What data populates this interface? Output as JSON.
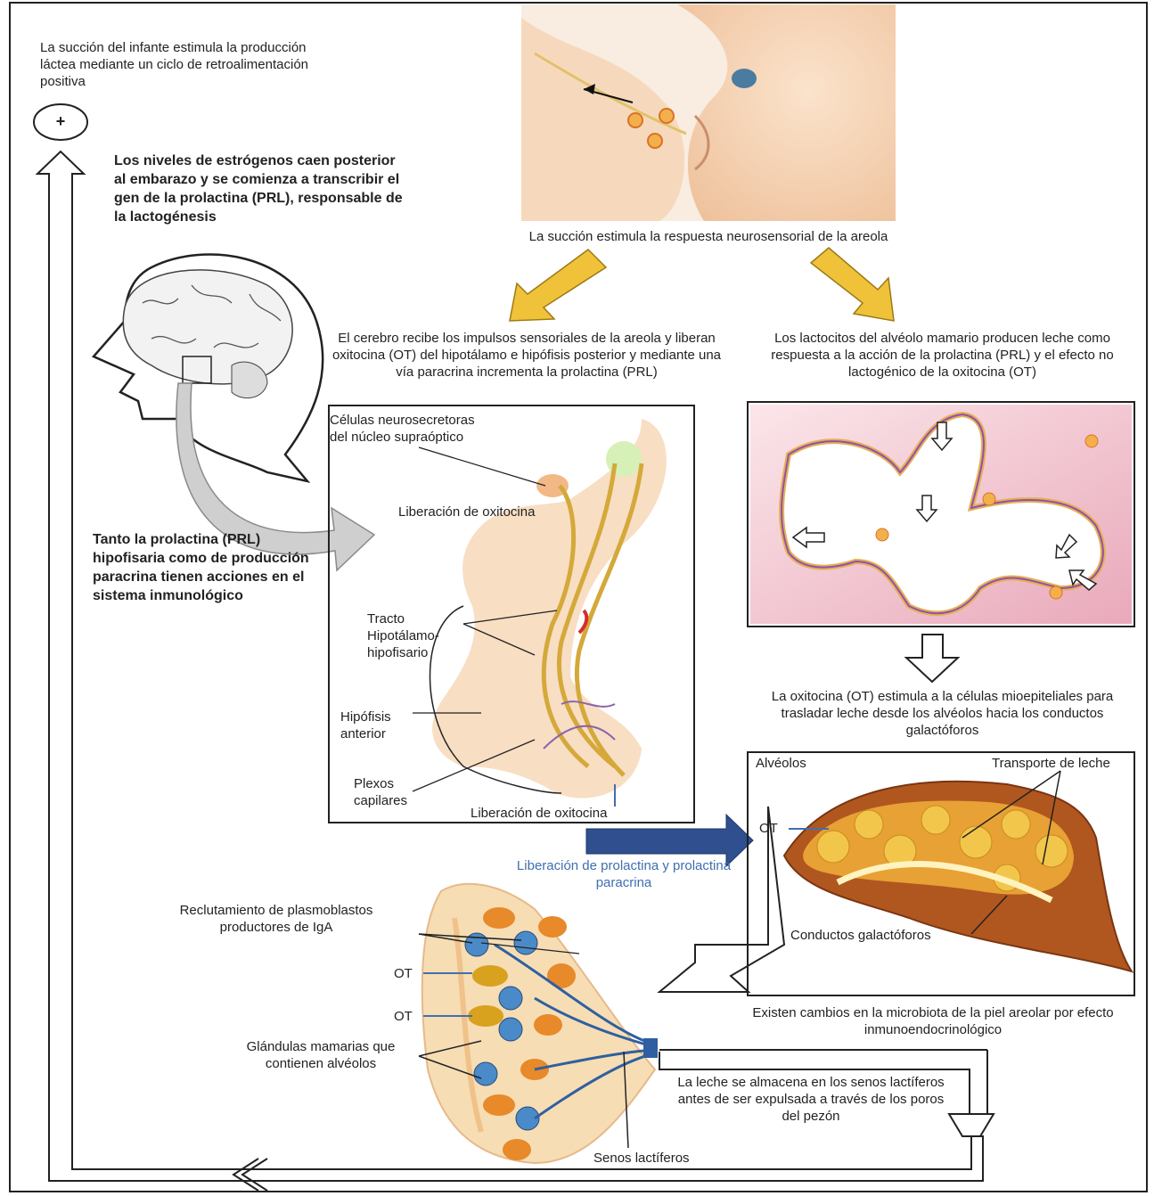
{
  "intro": {
    "text": "La succión del infante estimula la producción láctea mediante un ciclo de retroalimentación positiva",
    "plus_symbol": "+"
  },
  "estrogen_note": "Los niveles de estrógenos caen posterior al embarazo y se comienza a transcribir el gen de la prolactina (PRL), responsable de la lactogénesis",
  "immune_note": "Tanto la prolactina (PRL) hipofisaria como de producción paracrina tienen acciones en el sistema inmunológico",
  "suction_caption": "La succión estimula la respuesta neurosensorial de la areola",
  "brain_caption": "El cerebro recibe los impulsos sensoriales de la areola y liberan oxitocina (OT) del hipotálamo e hipófisis posterior y mediante una vía paracrina incrementa la prolactina (PRL)",
  "lactocytes_caption": "Los lactocitos del alvéolo mamario producen leche como respuesta a la acción de la prolactina (PRL) y el efecto no lactogénico de la oxitocina (OT)",
  "pituitary_panel": {
    "neuro_cells": "Células neurosecretoras del núcleo supraóptico",
    "oxytocin_release_top": "Liberación de oxitocina",
    "tract": "Tracto Hipotálamo-hipofisario",
    "anterior": "Hipófisis anterior",
    "plexus": "Plexos capilares",
    "oxytocin_release_bottom": "Liberación de oxitocina"
  },
  "prolactin_release": "Liberación de prolactina y prolactina paracrina",
  "ot_caption": "La oxitocina (OT) estimula a la células mioepiteliales para trasladar leche desde los alvéolos hacia los conductos galactóforos",
  "gland_panel": {
    "alveoli": "Alvéolos",
    "transport": "Transporte de leche",
    "ot": "OT",
    "ducts": "Conductos galactóforos"
  },
  "breast": {
    "plasmoblasts": "Reclutamiento de plasmoblastos productores de IgA",
    "ot_1": "OT",
    "ot_2": "OT",
    "glands": "Glándulas mamarias que contienen alvéolos",
    "sinuses": "Senos lactíferos"
  },
  "microbiota_caption": "Existen cambios en la microbiota de la piel areolar por efecto inmunoendocrinológico",
  "storage_caption": "La leche se almacena en los senos lactíferos antes de ser expulsada a través de los poros del pezón",
  "colors": {
    "yellow_arrow": "#f0c23a",
    "blue_arrow": "#2f4f8f",
    "label_blue": "#3f6fb0",
    "skin": "#f7dcc0",
    "gland_orange": "#e8892a",
    "alveolus_pink": "#f5d7df",
    "gray_arrow": "#c8c8c8"
  }
}
